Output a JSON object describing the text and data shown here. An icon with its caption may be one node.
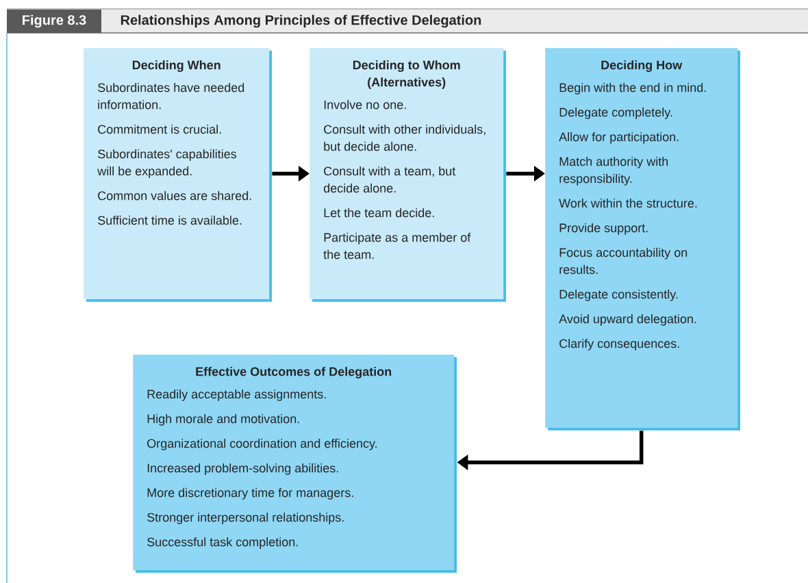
{
  "diagram": {
    "title": "Relationships Among Principles of Effective Delegation",
    "nodes": [
      {
        "text": [
          "Deciding When",
          "Subordinates have needed information.",
          "Commitment is crucial.",
          "Subordinates' capabilities will be expanded.",
          "Common values are shared.",
          "Sufficient time is available."
        ]
      },
      {
        "text": [
          "Deciding to Whom (Alternatives)",
          "Involve no one.",
          "Consult with other individuals, but decide alone.",
          "Consult with a team, but decide alone.",
          "Let the team decide.",
          "Participate as a member of the team."
        ]
      },
      {
        "text": [
          "Deciding How",
          "Begin with the end in mind.",
          "Delegate completely.",
          "Allow for participation.",
          "Match authority with responsibility.",
          "Work within the structure.",
          "Provide support.",
          "Focus accountability on results.",
          "Delegate consistently.",
          "Avoid upward delegation.",
          "Clarify consequences."
        ]
      },
      {
        "text": [
          "Effective Outcomes of Delegation",
          "Readily acceptable assignments.",
          "High morale and motivation.",
          "Organizational coordination and efficiency.",
          "Increased problem-solving abilities.",
          "More discretionary time for managers.",
          "Stronger interpersonal relationships.",
          "Successful task completion."
        ]
      }
    ],
    "edges": [
      {
        "from": 0,
        "to": 1,
        "arrow": "to"
      },
      {
        "from": 1,
        "to": 2,
        "arrow": "to"
      },
      {
        "from": 2,
        "to": 3,
        "arrow": "to"
      }
    ],
    "labels": [
      "Figure 8.3"
    ]
  }
}
